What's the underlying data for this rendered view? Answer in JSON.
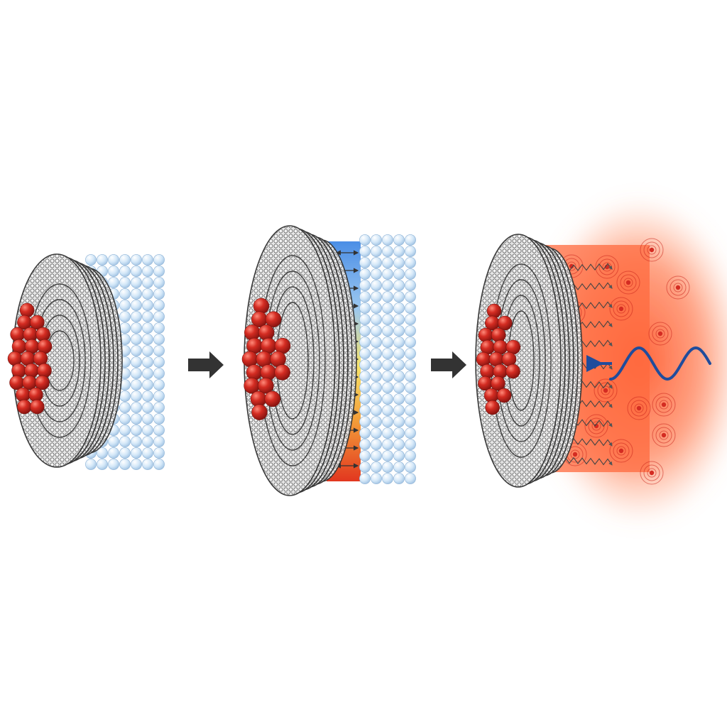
{
  "diagram": {
    "panels": [
      {
        "id": "stage-1",
        "state": "initial"
      },
      {
        "id": "stage-2",
        "state": "gradient"
      },
      {
        "id": "stage-3",
        "state": "excited"
      }
    ],
    "colors": {
      "core": "#c8241c",
      "core_highlight": "#ff6b5c",
      "shell": "#9a9a9a",
      "shell_line": "#3a3a3a",
      "lattice": "#cfe4f7",
      "lattice_line": "#8fb3d6",
      "arrow": "#333333",
      "gradient_top": "#3f86e0",
      "gradient_mid": "#f3e05a",
      "gradient_bottom": "#e23a22",
      "glow": "#ff6a3d",
      "wave": "#1f4c9c"
    },
    "icons": [
      "right-arrow-icon",
      "double-arrow-icon",
      "wave-icon",
      "ripple-icon"
    ]
  }
}
